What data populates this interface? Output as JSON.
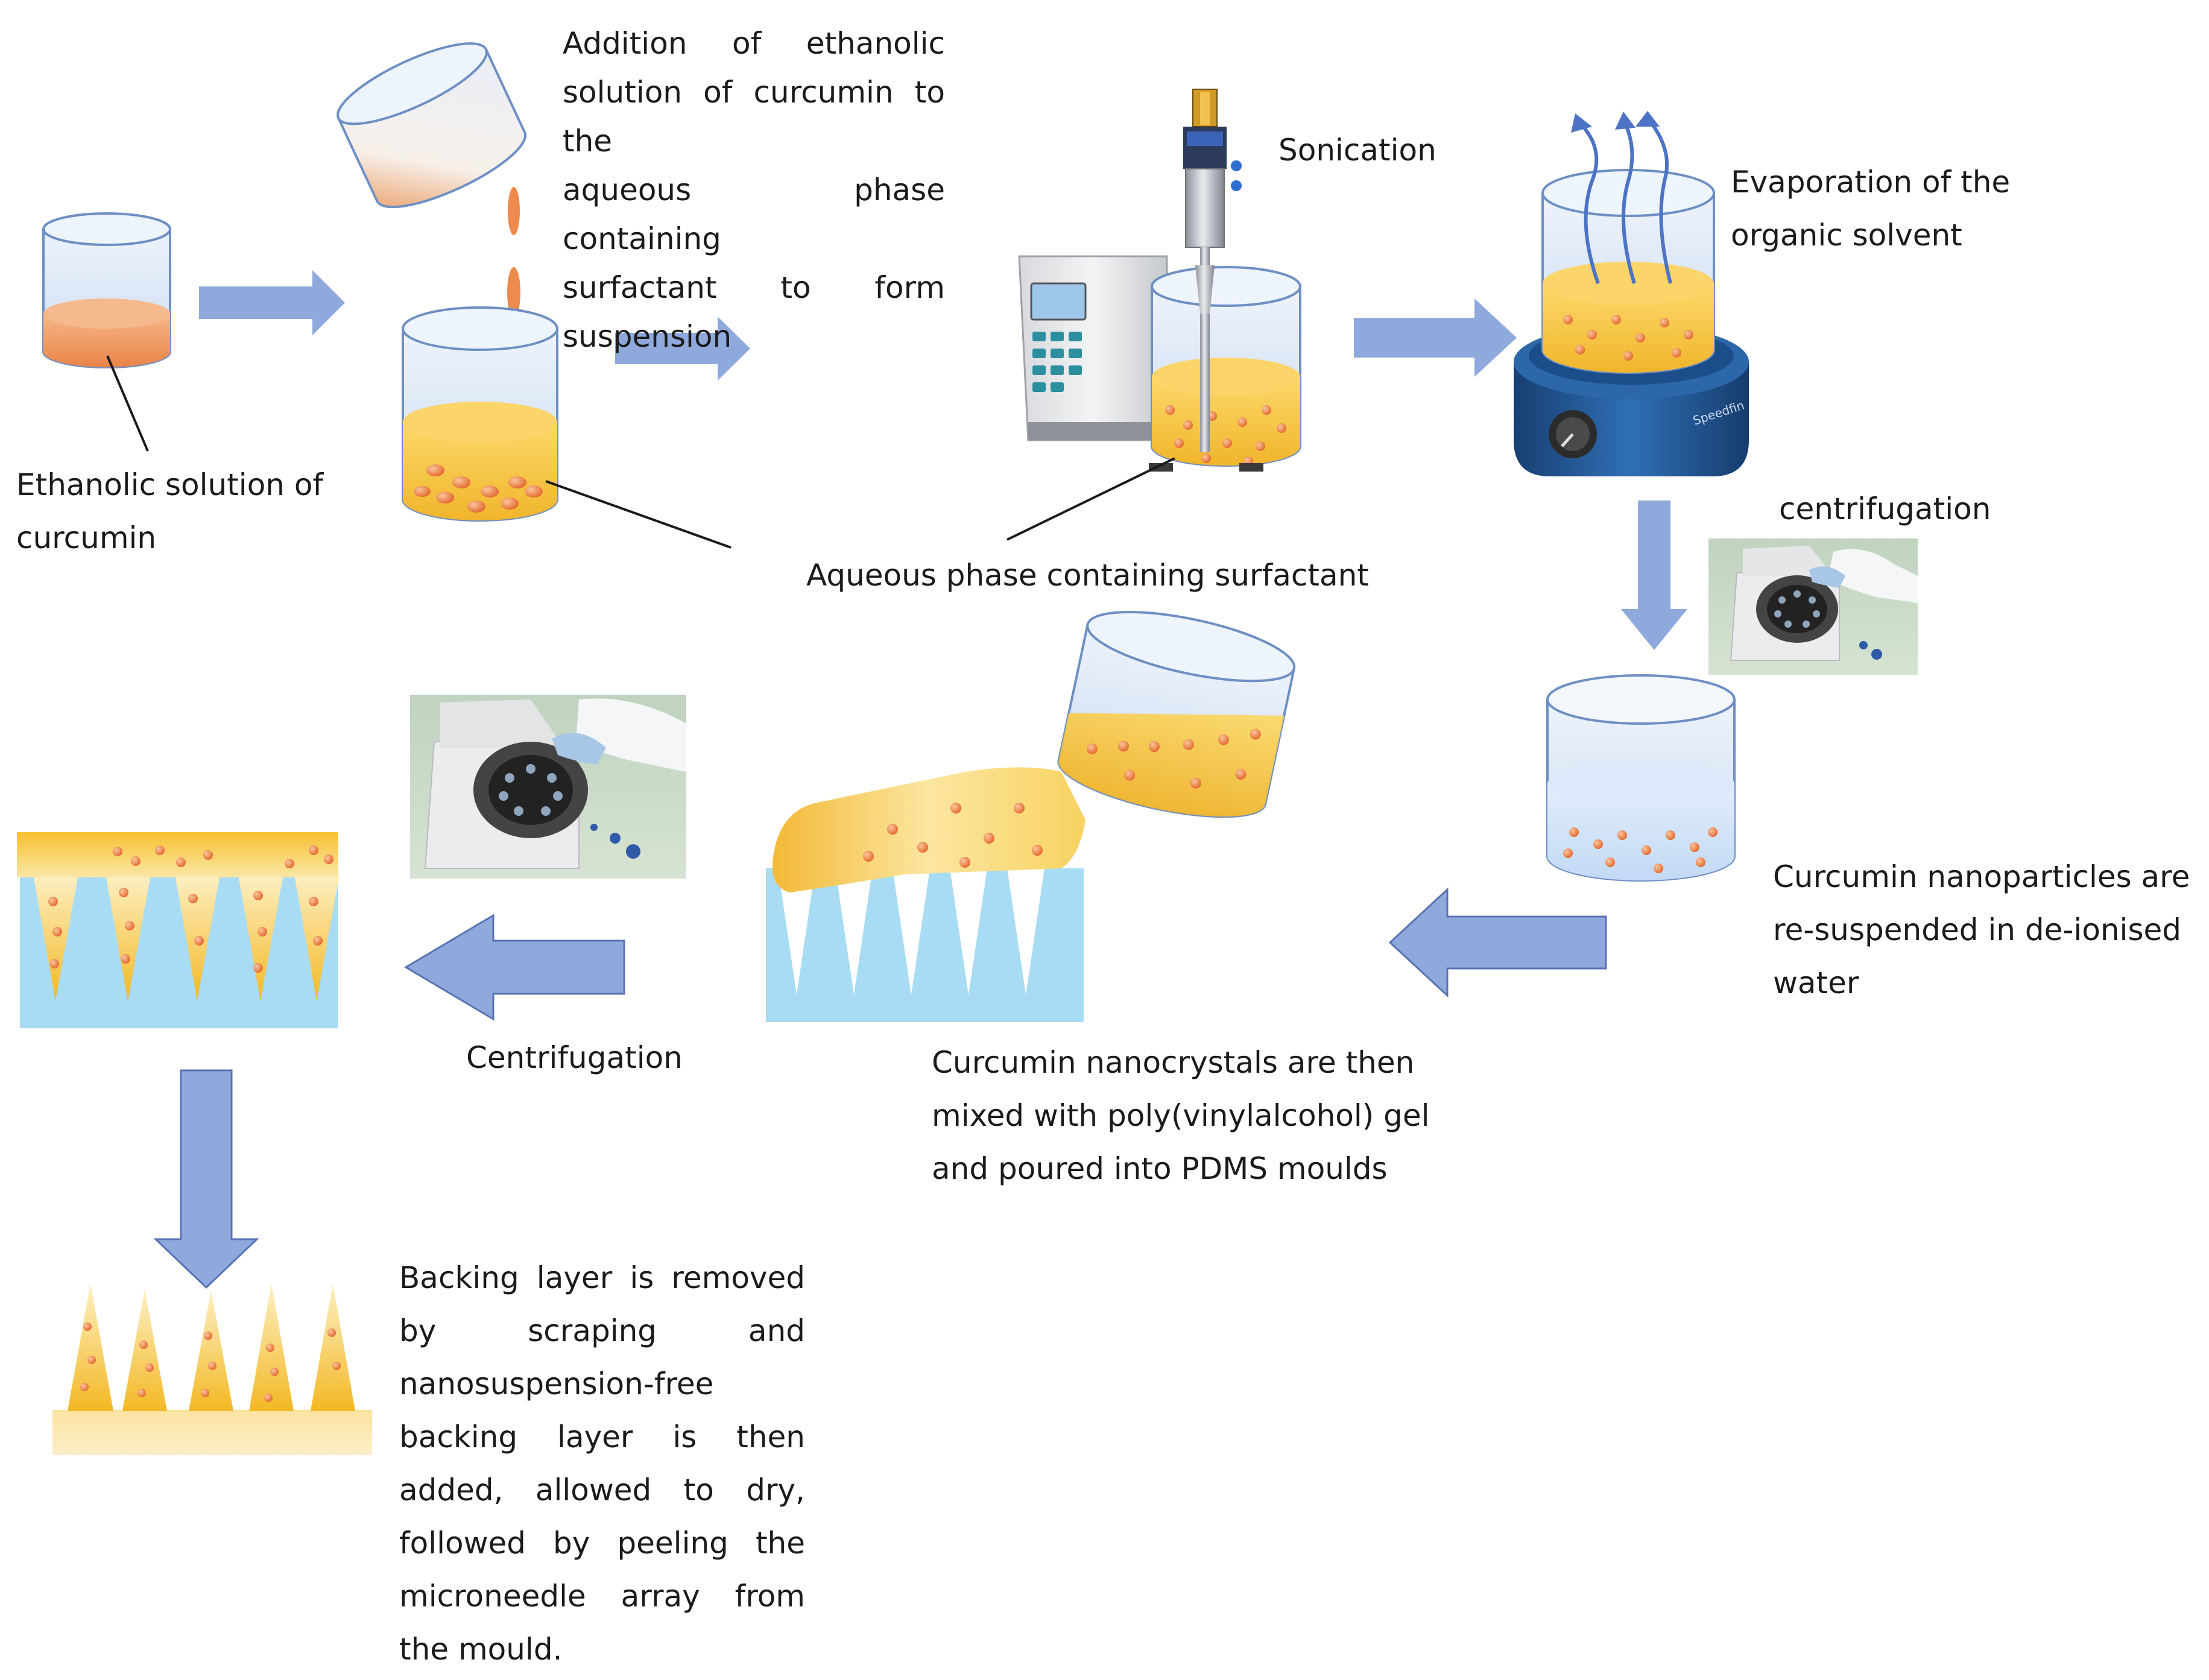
{
  "labels": {
    "ethanolic_solution": [
      "Ethanolic solution of",
      "curcumin"
    ],
    "addition": [
      "Addition of ethanolic",
      "solution of curcumin to the",
      "aqueous phase containing",
      "surfactant to form",
      "suspension"
    ],
    "sonication": "Sonication",
    "evaporation": [
      "Evaporation of the",
      "organic solvent"
    ],
    "aqueous_phase": "Aqueous phase containing surfactant",
    "centrifugation_1": "centrifugation",
    "resuspended": [
      "Curcumin nanoparticles are",
      "re-suspended in de-ionised",
      "water"
    ],
    "nanocrystals": [
      "Curcumin nanocrystals are then",
      "mixed with poly(vinylalcohol) gel",
      "and poured into PDMS moulds"
    ],
    "centrifugation_2": "Centrifugation",
    "backing": [
      "Backing layer is removed",
      "by scraping and",
      "nanosuspension-free",
      "backing layer is then",
      "added, allowed to dry,",
      "followed by peeling the",
      "microneedle array from",
      "the mould."
    ]
  },
  "colors": {
    "arrow": "#8fa9dc",
    "arrow_stroke": "#5873b3",
    "glass": "#dfe9f7",
    "glass_stroke": "#2f6fb0",
    "ethanol_orange": "#f2a06a",
    "aqueous_yellow": "#f7c94a",
    "particle": "#ee8046",
    "mould_blue": "#a8dcf4",
    "water_blue": "#d2e6fa",
    "hotplate": "#245d9c"
  }
}
